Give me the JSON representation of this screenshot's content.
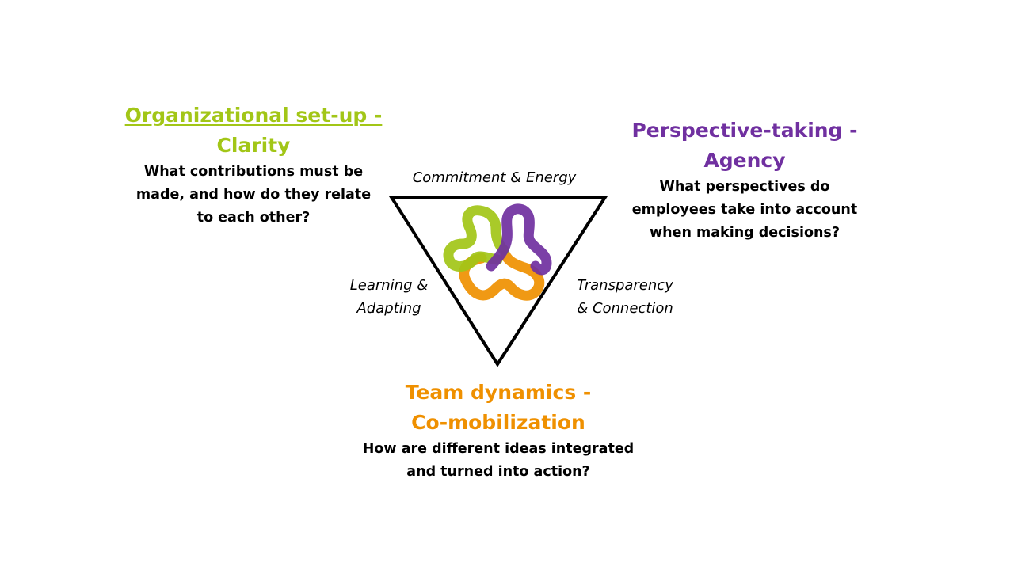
{
  "colors": {
    "clarity_green": "#a2c617",
    "agency_purple": "#7030a0",
    "team_orange": "#ef9000",
    "overlap_dark_red": "#a31d3c",
    "triangle_stroke": "#000000",
    "text": "#000000"
  },
  "org_setup": {
    "heading_line1_underlined": "Organizational set-up -",
    "heading_line2": "Clarity",
    "question_line1": "What contributions must be",
    "question_line2": "made, and how do they relate",
    "question_line3": "to each other?"
  },
  "perspective": {
    "heading_line1": "Perspective-taking -",
    "heading_line2": "Agency",
    "question_line1": "What perspectives do",
    "question_line2": "employees take into account",
    "question_line3": "when making decisions?"
  },
  "team": {
    "heading_line1": "Team dynamics -",
    "heading_line2": "Co-mobilization",
    "question_line1": "How are different ideas integrated",
    "question_line2": "and turned into action?"
  },
  "edges": {
    "top": "Commitment & Energy",
    "left_line1": "Learning &",
    "left_line2": "Adapting",
    "right_line1": "Transparency",
    "right_line2": "& Connection"
  },
  "logo": {
    "icon": "three-interlaced-loops-logo"
  }
}
